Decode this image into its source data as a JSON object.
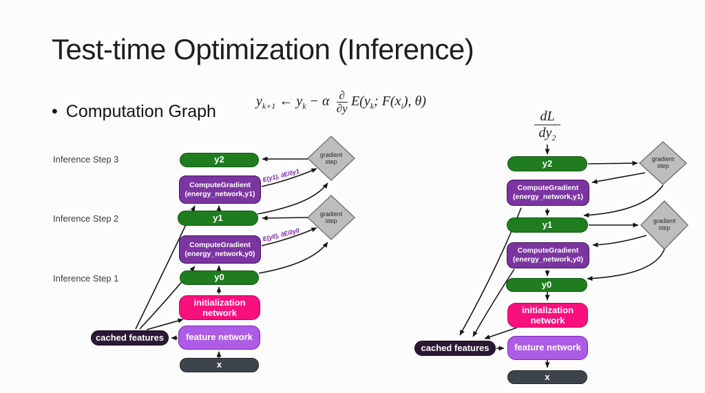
{
  "slide": {
    "title": "Test-time Optimization (Inference)",
    "bullet_symbol": "•",
    "bullet": "Computation Graph"
  },
  "formula": {
    "p1": "y",
    "s1": "k+1",
    "p2": " ← y",
    "s2": "k",
    "p3": "  − α ",
    "frac_num": "∂",
    "frac_den": "∂y",
    "p4": "E(y",
    "s4": "k",
    "p5": "; F(x",
    "s5": "i",
    "p6": "), θ)"
  },
  "grad_formula": {
    "num": "dL",
    "den": "dy",
    "den_sub": "2"
  },
  "left_diagram": {
    "step_labels": [
      "Inference Step 3",
      "Inference Step 2",
      "Inference Step 1"
    ],
    "y2": "y2",
    "y1": "y1",
    "y0": "y0",
    "compute_gradient_y1": "ComputeGradient\n(energy_network,y1)",
    "compute_gradient_y0": "ComputeGradient\n(energy_network,y0)",
    "init_network": "initialization\nnetwork",
    "cached_features": "cached features",
    "feature_network": "feature network",
    "x": "x",
    "gradient_step": "gradient\nstep",
    "edge_label_y1": "E(y1),  ∂E/∂y1",
    "edge_label_y0": "E(y0),  ∂E/∂y0"
  },
  "right_diagram": {
    "y2": "y2",
    "y1": "y1",
    "y0": "y0",
    "compute_gradient_y1": "ComputeGradient\n(energy_network,y1)",
    "compute_gradient_y0": "ComputeGradient\n(energy_network,y0)",
    "init_network": "initialization\nnetwork",
    "cached_features": "cached features",
    "feature_network": "feature network",
    "x": "x",
    "gradient_step": "gradient\nstep"
  },
  "colors": {
    "node_green": "#1f7d20",
    "node_purple": "#7b35a0",
    "node_pink": "#f8107c",
    "node_lavender": "#ad5ce6",
    "node_dark_purple": "#2c1834",
    "node_slate": "#3e444b",
    "diamond_gray": "#bdbdbd",
    "edge_label_purple": "#7a1fa2",
    "background": "#fcfcfc"
  }
}
